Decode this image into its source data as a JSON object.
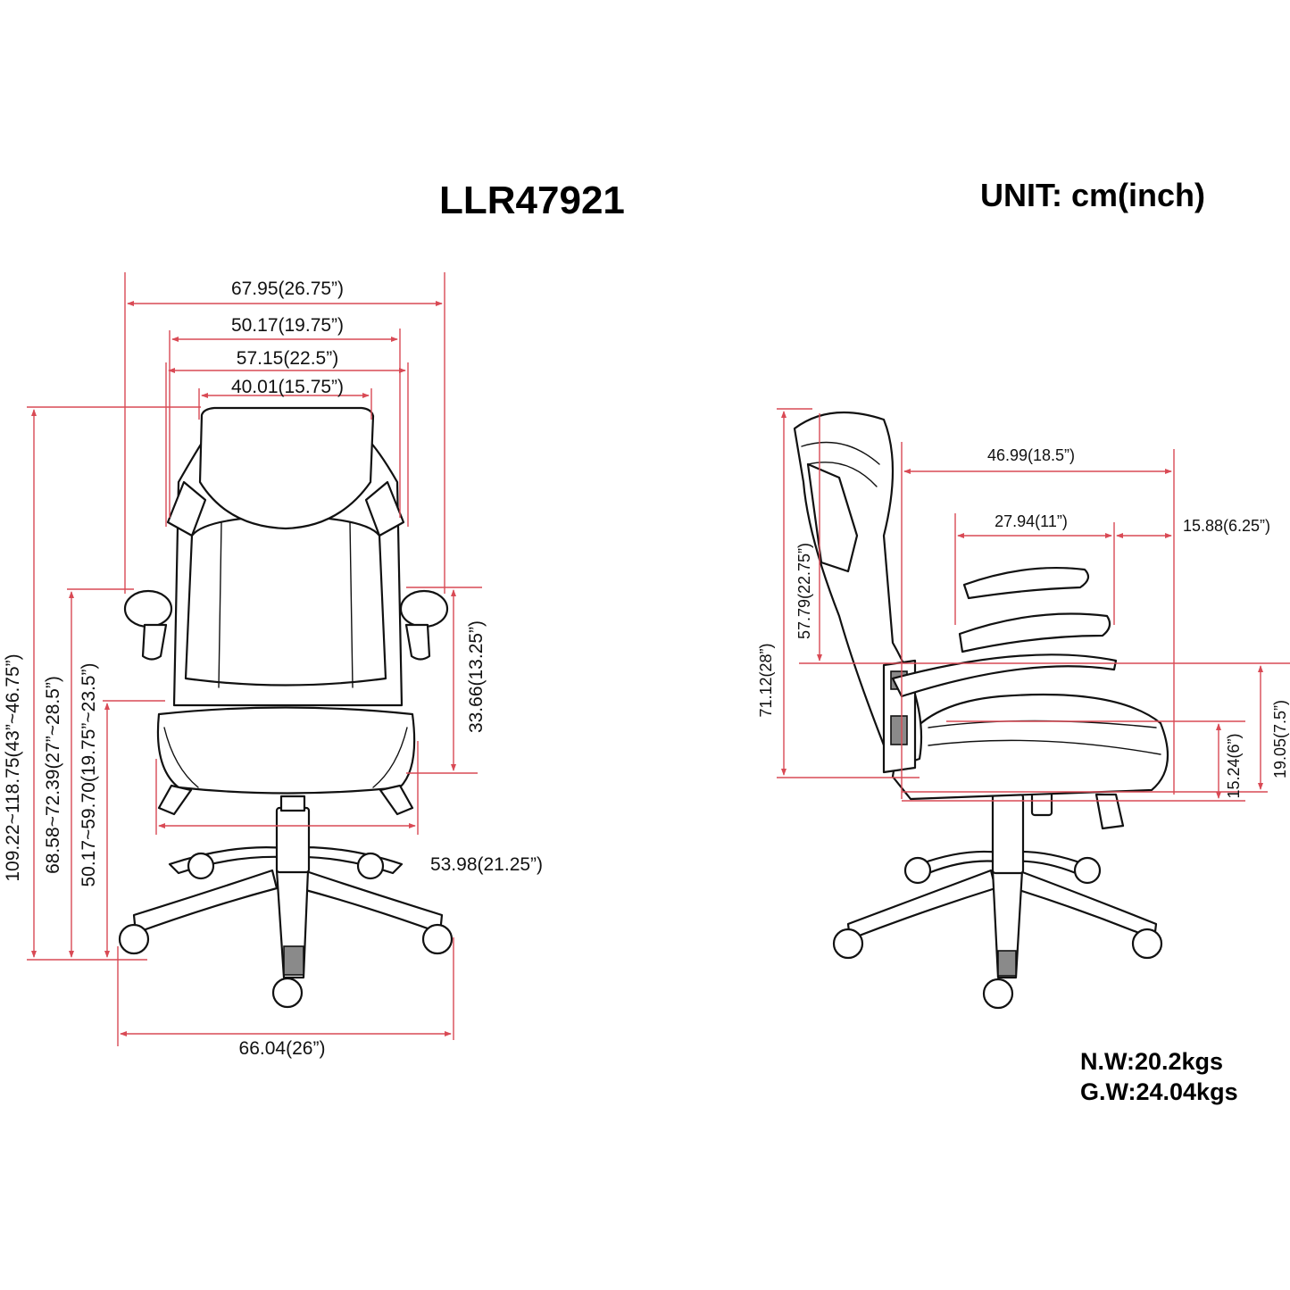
{
  "header": {
    "model": "LLR47921",
    "unit": "UNIT: cm(inch)"
  },
  "front_view": {
    "dimensions": {
      "overall_width": "67.95(26.75”)",
      "inner_arm_width": "50.17(19.75”)",
      "back_width": "57.15(22.5”)",
      "headrest_width": "40.01(15.75”)",
      "total_height": "109.22~118.75(43”~46.75”)",
      "arm_height": "68.58~72.39(27”~28.5”)",
      "seat_height": "50.17~59.70(19.75”~23.5”)",
      "arm_to_seat": "33.66(13.25”)",
      "seat_width": "53.98(21.25”)",
      "base_width": "66.04(26”)"
    }
  },
  "side_view": {
    "dimensions": {
      "seat_depth": "46.99(18.5”)",
      "arm_length": "27.94(11”)",
      "arm_setback": "15.88(6.25”)",
      "back_height": "57.79(22.75”)",
      "back_total_height": "71.12(28”)",
      "seat_thickness": "15.24(6”)",
      "arm_above_base": "19.05(7.5”)"
    }
  },
  "weights": {
    "net": "N.W:20.2kgs",
    "gross": "G.W:24.04kgs"
  },
  "colors": {
    "dimension_line": "#d94a55",
    "ink": "#111111",
    "background": "#ffffff"
  }
}
